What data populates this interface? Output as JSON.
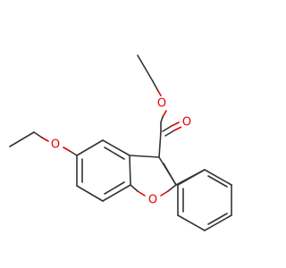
{
  "molecule": {
    "atom_labels": {
      "ester_carbonyl_oxygen": "O",
      "ester_ether_oxygen": "O",
      "ethoxy_oxygen": "O",
      "furan_oxygen": "O"
    },
    "colors": {
      "bond": "#333333",
      "oxygen": "#e60000",
      "background": "#ffffff"
    }
  }
}
